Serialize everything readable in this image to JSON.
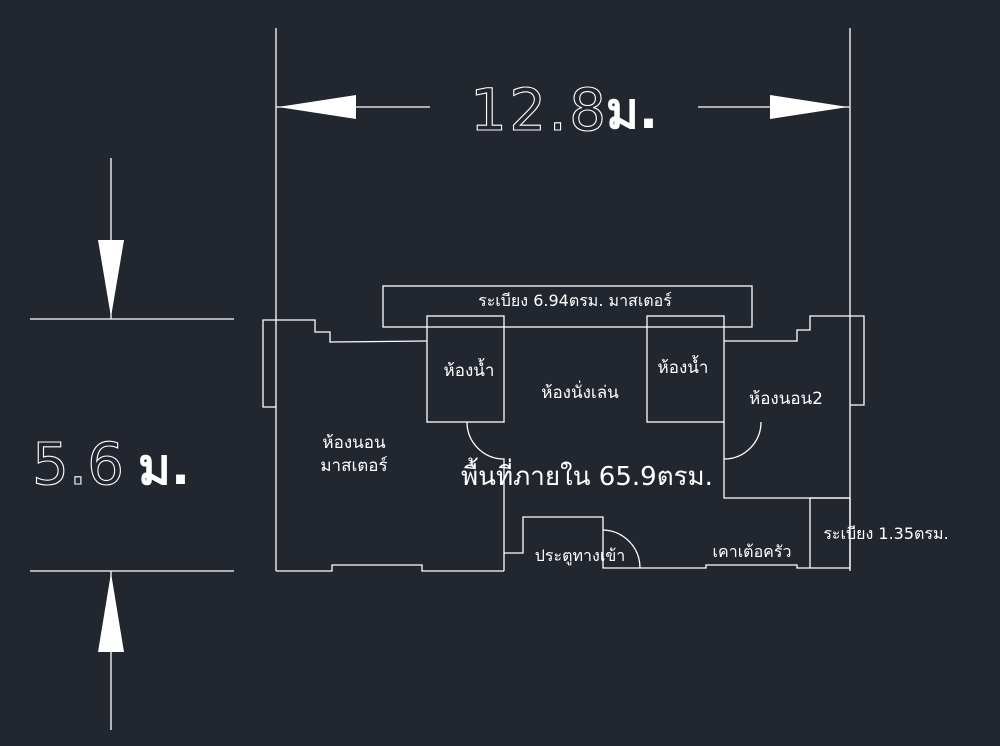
{
  "colors": {
    "background": "#22262f",
    "line": "#ffffff"
  },
  "dimensions": {
    "width_number": "12.8",
    "width_unit": "ม.",
    "height_number": "5.6",
    "height_unit": "ม."
  },
  "labels": {
    "balcony_master": "ระเบียง 6.94ตรม. มาสเตอร์",
    "bathroom_left": "ห้องน้ำ",
    "bathroom_right": "ห้องน้ำ",
    "living_room": "ห้องนั่งเล่น",
    "bedroom2": "ห้องนอน2",
    "master_bedroom_line1": "ห้องนอน",
    "master_bedroom_line2": "มาสเตอร์",
    "interior_area": "พื้นที่ภายใน 65.9ตรม.",
    "entrance_door": "ประตูทางเข้า",
    "kitchen_counter": "เคาเต้อครัว",
    "balcony_small": "ระเบียง 1.35ตรม."
  }
}
